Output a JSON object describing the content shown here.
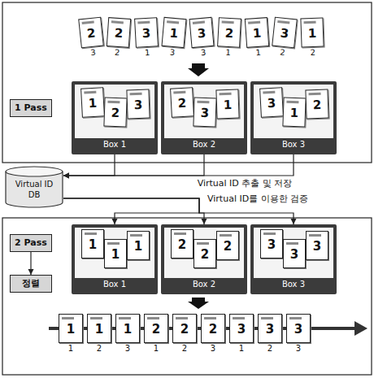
{
  "diagram": {
    "nodes": [
      {
        "text": [
          "2",
          "3"
        ]
      },
      {
        "text": [
          "2",
          "2"
        ]
      },
      {
        "text": [
          "3",
          "1"
        ]
      },
      {
        "text": [
          "1",
          "3"
        ]
      },
      {
        "text": [
          "3",
          "3"
        ]
      },
      {
        "text": [
          "2",
          "1"
        ]
      },
      {
        "text": [
          "1",
          "1"
        ]
      },
      {
        "text": [
          "3",
          "2"
        ]
      },
      {
        "text": [
          "1",
          "2"
        ]
      },
      {
        "text": [
          "1 Pass"
        ]
      },
      {
        "text": [
          "Box 1"
        ]
      },
      {
        "text": [
          "1"
        ],
        "in": 10
      },
      {
        "text": [
          "2"
        ],
        "in": 10
      },
      {
        "text": [
          "3"
        ],
        "in": 10
      },
      {
        "text": [
          "Box 2"
        ]
      },
      {
        "text": [
          "2"
        ],
        "in": 14
      },
      {
        "text": [
          "3"
        ],
        "in": 14
      },
      {
        "text": [
          "1"
        ],
        "in": 14
      },
      {
        "text": [
          "Box 3"
        ]
      },
      {
        "text": [
          "3"
        ],
        "in": 18
      },
      {
        "text": [
          "1"
        ],
        "in": 18
      },
      {
        "text": [
          "2"
        ],
        "in": 18
      },
      {
        "text": [
          "Virtual ID DB"
        ]
      },
      {
        "text": [
          "2 Pass"
        ]
      },
      {
        "text": [
          "Box 1"
        ]
      },
      {
        "text": [
          "1"
        ],
        "in": 24
      },
      {
        "text": [
          "1"
        ],
        "in": 24
      },
      {
        "text": [
          "1"
        ],
        "in": 24
      },
      {
        "text": [
          "Box 2"
        ]
      },
      {
        "text": [
          "2"
        ],
        "in": 28
      },
      {
        "text": [
          "2"
        ],
        "in": 28
      },
      {
        "text": [
          "2"
        ],
        "in": 28
      },
      {
        "text": [
          "Box 3"
        ]
      },
      {
        "text": [
          "3"
        ],
        "in": 32
      },
      {
        "text": [
          "3"
        ],
        "in": 32
      },
      {
        "text": [
          "3"
        ],
        "in": 32
      },
      {
        "text": [
          "정렬"
        ]
      },
      {
        "text": [
          "1",
          "1"
        ]
      },
      {
        "text": [
          "1",
          "2"
        ]
      },
      {
        "text": [
          "1",
          "3"
        ]
      },
      {
        "text": [
          "2",
          "1"
        ]
      },
      {
        "text": [
          "2",
          "2"
        ]
      },
      {
        "text": [
          "2",
          "3"
        ]
      },
      {
        "text": [
          "3",
          "1"
        ]
      },
      {
        "text": [
          "3",
          "2"
        ]
      },
      {
        "text": [
          "3",
          "3"
        ]
      }
    ],
    "edges": [
      {
        "from": 10,
        "to": 22,
        "arrow": "to"
      },
      {
        "from": 14,
        "to": 22,
        "label": "Virtual ID 추출 및 저장",
        "arrow": "to"
      },
      {
        "from": 18,
        "to": 22,
        "arrow": "to"
      },
      {
        "from": 22,
        "to": 24,
        "arrow": "to"
      },
      {
        "from": 22,
        "to": 28,
        "label": "Virtual ID를 이용한 검증",
        "arrow": "to"
      },
      {
        "from": 22,
        "to": 32,
        "arrow": "to"
      },
      {
        "from": 23,
        "to": 36,
        "arrow": "to"
      }
    ]
  }
}
